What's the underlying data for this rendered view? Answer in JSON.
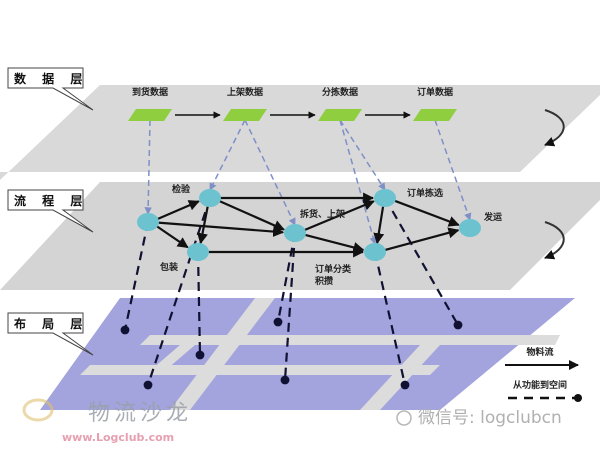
{
  "layers": [
    {
      "id": "data",
      "label": "数 据 层"
    },
    {
      "id": "process",
      "label": "流 程 层"
    },
    {
      "id": "layout",
      "label": "布 局 层"
    }
  ],
  "data_nodes": [
    {
      "id": "d1",
      "label": "到货数据"
    },
    {
      "id": "d2",
      "label": "上架数据"
    },
    {
      "id": "d3",
      "label": "分拣数据"
    },
    {
      "id": "d4",
      "label": "订单数据"
    }
  ],
  "process_nodes": [
    {
      "id": "A",
      "label": ""
    },
    {
      "id": "B",
      "label": "检验"
    },
    {
      "id": "C",
      "label": "包装"
    },
    {
      "id": "D",
      "label": "拆货、上架"
    },
    {
      "id": "E",
      "label": "订单拣选"
    },
    {
      "id": "F",
      "label": "订单分类\n积攒"
    },
    {
      "id": "G",
      "label": "发运"
    }
  ],
  "material_flows": [
    [
      "A",
      "B"
    ],
    [
      "A",
      "D"
    ],
    [
      "A",
      "C"
    ],
    [
      "B",
      "E"
    ],
    [
      "B",
      "D"
    ],
    [
      "B",
      "C"
    ],
    [
      "C",
      "F"
    ],
    [
      "D",
      "E"
    ],
    [
      "D",
      "F"
    ],
    [
      "E",
      "G"
    ],
    [
      "E",
      "F"
    ],
    [
      "F",
      "G"
    ]
  ],
  "data_links": [
    [
      "d1",
      "A"
    ],
    [
      "d2",
      "B"
    ],
    [
      "d2",
      "D"
    ],
    [
      "d3",
      "F"
    ],
    [
      "d3",
      "E"
    ],
    [
      "d4",
      "G"
    ]
  ],
  "space_links": [
    "A",
    "B",
    "C",
    "D",
    "E",
    "F",
    "G"
  ],
  "legend": {
    "material_flow": "物料流",
    "function_to_space": "从功能到空间"
  },
  "watermark": {
    "brand": "物流沙龙",
    "url": "www.Logclub.com",
    "wechat": "微信号: logclubcn"
  },
  "colors": {
    "data_layer": "#d9d9d9",
    "process_layer": "#d4d4d4",
    "layout_layer": "#a3a3dd",
    "road": "#dcdcdc",
    "data_node": "#8fce3f",
    "process_node": "#6cc3cf",
    "data_link": "#7f8fc8",
    "space_link": "#111133"
  }
}
